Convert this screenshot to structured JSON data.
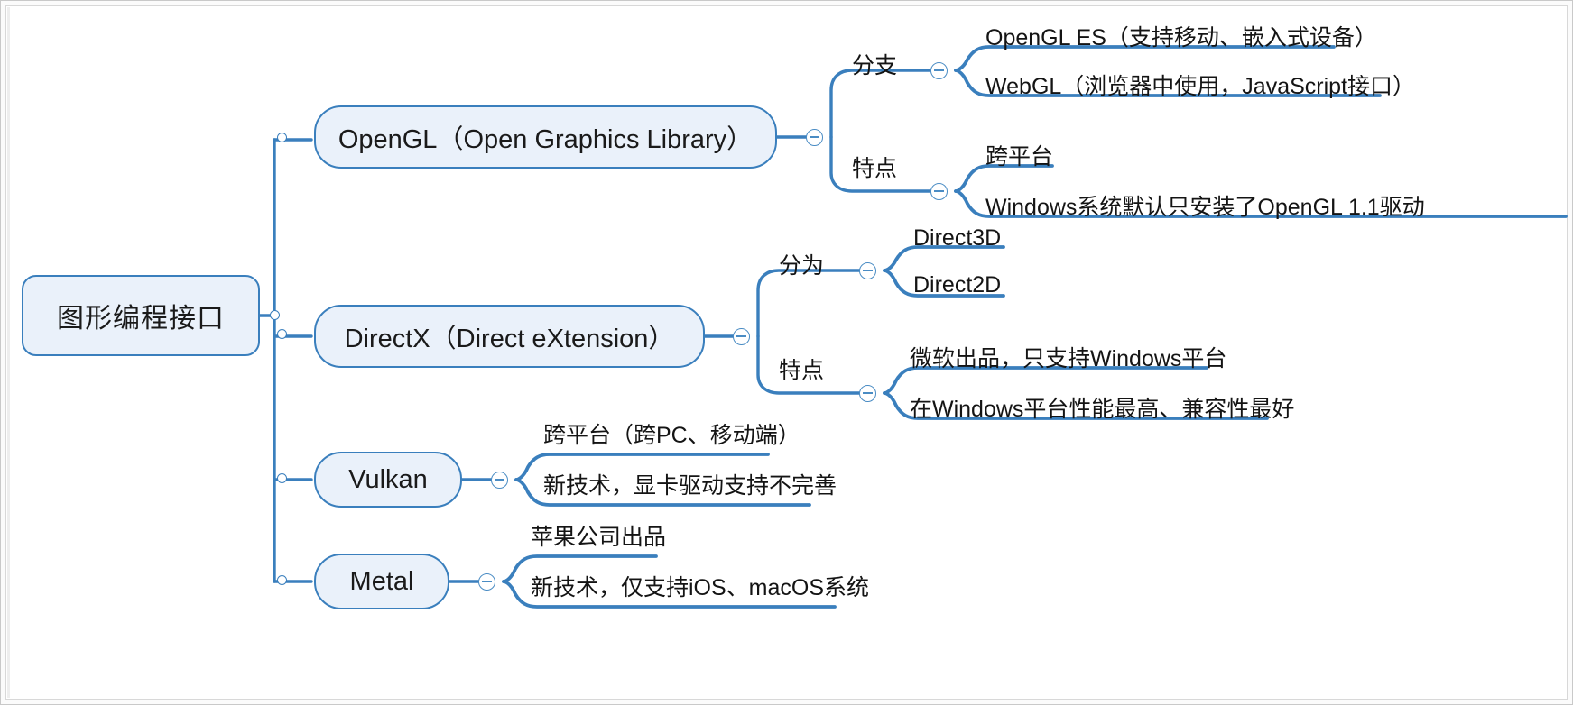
{
  "diagram": {
    "type": "mindmap",
    "title": "图形编程接口",
    "accent_color": "#3a7fbd",
    "node_fill": "#eaf1fa",
    "background": "#ffffff",
    "root": {
      "label": "图形编程接口"
    },
    "branches": [
      {
        "label": "OpenGL（Open Graphics Library）",
        "groups": [
          {
            "label": "分支",
            "items": [
              "OpenGL ES（支持移动、嵌入式设备）",
              "WebGL（浏览器中使用，JavaScript接口）"
            ]
          },
          {
            "label": "特点",
            "items": [
              "跨平台",
              "Windows系统默认只安装了OpenGL 1.1驱动"
            ]
          }
        ]
      },
      {
        "label": "DirectX（Direct eXtension）",
        "groups": [
          {
            "label": "分为",
            "items": [
              "Direct3D",
              "Direct2D"
            ]
          },
          {
            "label": "特点",
            "items": [
              "微软出品，只支持Windows平台",
              "在Windows平台性能最高、兼容性最好"
            ]
          }
        ]
      },
      {
        "label": "Vulkan",
        "groups": [
          {
            "label": "",
            "items": [
              "跨平台（跨PC、移动端）",
              "新技术，显卡驱动支持不完善"
            ]
          }
        ]
      },
      {
        "label": "Metal",
        "groups": [
          {
            "label": "",
            "items": [
              "苹果公司出品",
              "新技术，仅支持iOS、macOS系统"
            ]
          }
        ]
      }
    ]
  }
}
